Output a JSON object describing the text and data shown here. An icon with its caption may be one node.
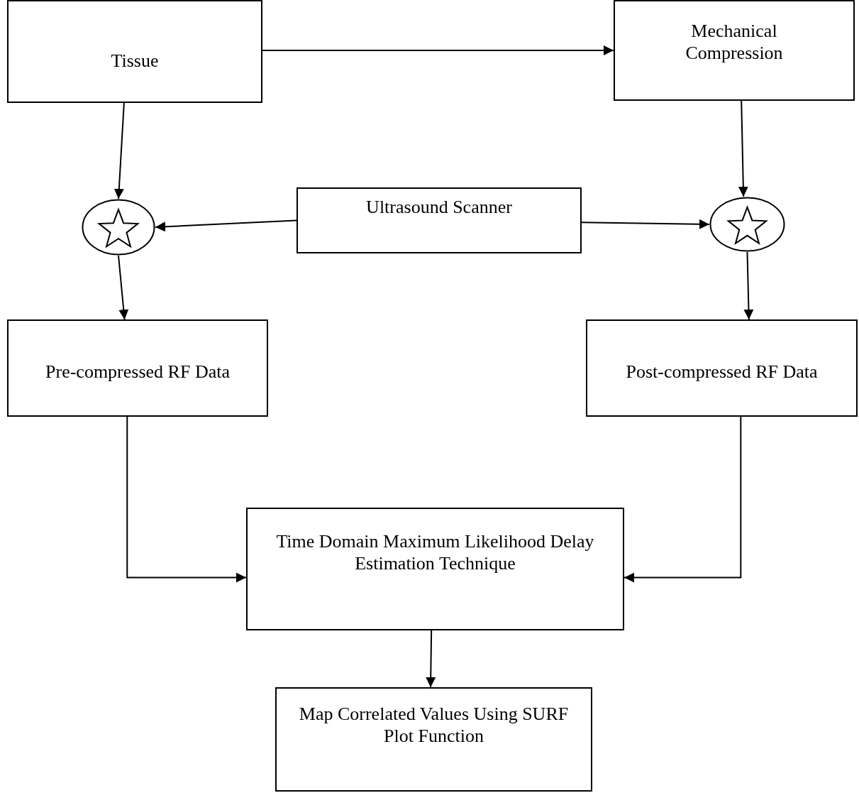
{
  "diagram": {
    "nodes": [
      {
        "text": [
          "Tissue"
        ]
      },
      {
        "text": [
          "Mechanical Compression"
        ]
      },
      {
        "text": [],
        "shape": "circle"
      },
      {
        "text": [
          "Ultrasound Scanner"
        ]
      },
      {
        "text": [],
        "shape": "circle"
      },
      {
        "text": [
          "Pre-compressed RF Data"
        ]
      },
      {
        "text": [
          "Post-compressed RF Data"
        ]
      },
      {
        "text": [
          "Time Domain Maximum Likelihood Delay Estimation Technique"
        ]
      },
      {
        "text": [
          "Map Correlated Values Using SURF Plot Function"
        ]
      }
    ],
    "edges": [
      {
        "from": 0,
        "to": 1,
        "arrow": "to"
      },
      {
        "from": 0,
        "to": 2,
        "arrow": "to"
      },
      {
        "from": 1,
        "to": 4,
        "arrow": "to"
      },
      {
        "from": 3,
        "to": 2,
        "arrow": "to"
      },
      {
        "from": 3,
        "to": 4,
        "arrow": "to"
      },
      {
        "from": 2,
        "to": 5,
        "arrow": "to"
      },
      {
        "from": 4,
        "to": 6,
        "arrow": "to"
      },
      {
        "from": 5,
        "to": 7,
        "arrow": "to"
      },
      {
        "from": 6,
        "to": 7,
        "arrow": "to"
      },
      {
        "from": 7,
        "to": 8,
        "arrow": "to"
      }
    ]
  }
}
